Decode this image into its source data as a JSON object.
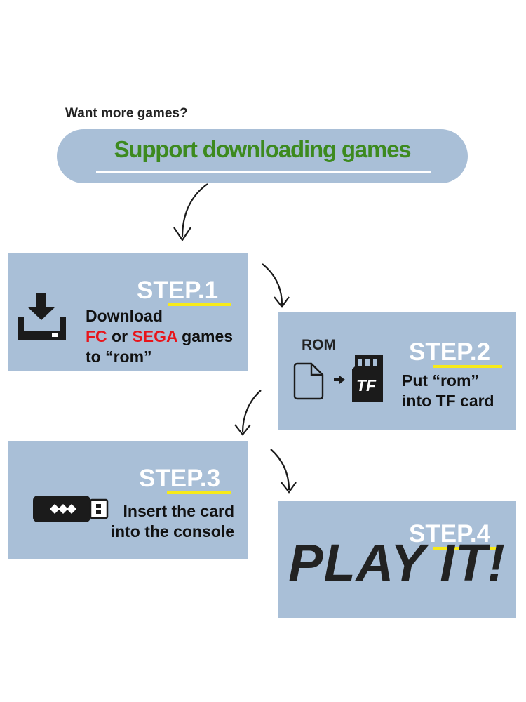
{
  "header": {
    "question": "Want more games?",
    "banner": "Support downloading games"
  },
  "steps": [
    {
      "title": "STEP.1",
      "lines": [
        "Download",
        "FC",
        " or ",
        "SEGA",
        " games",
        "to “rom”"
      ]
    },
    {
      "title": "STEP.2",
      "rom_label": "ROM",
      "tf_label": "TF",
      "lines": [
        "Put “rom”",
        "into TF card"
      ]
    },
    {
      "title": "STEP.3",
      "lines": [
        "Insert the card",
        "into the console"
      ]
    },
    {
      "title": "STEP.4",
      "play": "PLAY IT!"
    }
  ],
  "colors": {
    "panel": "#a9bfd7",
    "banner_text": "#3d8a1f",
    "highlight": "#e8151b",
    "underline": "#f7ea1a"
  },
  "icons": [
    "download-icon",
    "file-icon",
    "tf-card-icon",
    "usb-dongle-icon",
    "curved-arrow-icon"
  ]
}
